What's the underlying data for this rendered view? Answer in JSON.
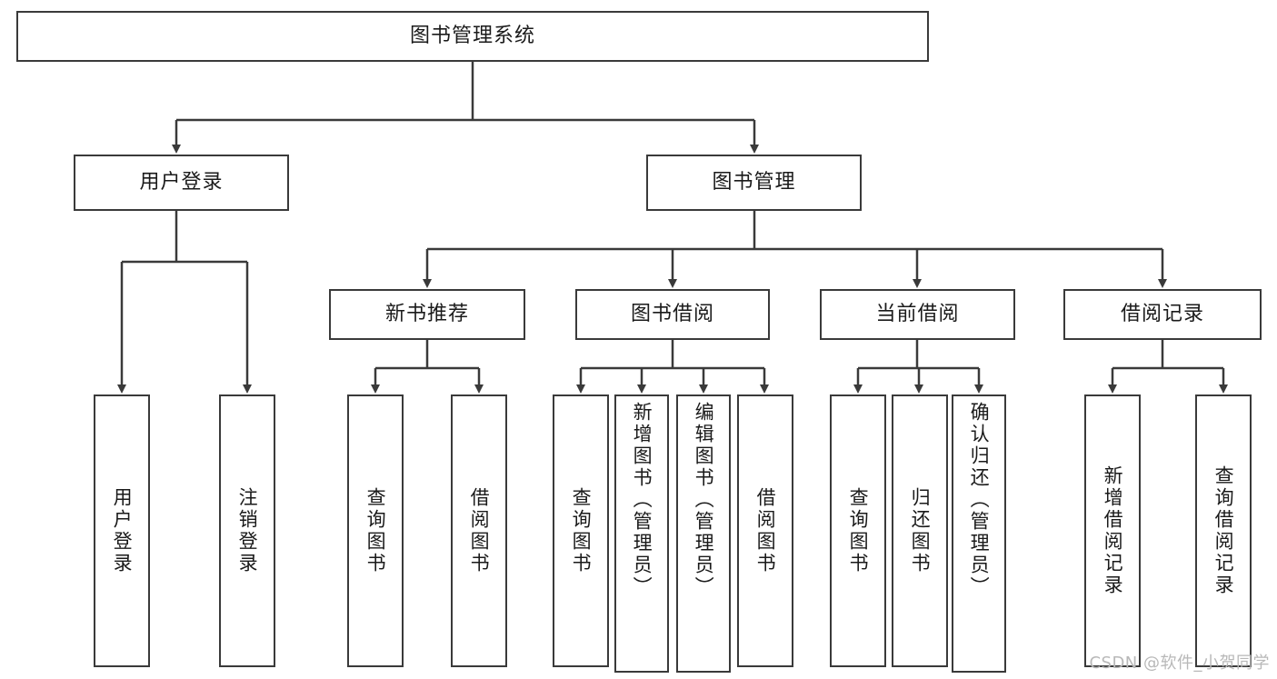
{
  "diagram": {
    "title_node": {
      "label": "图书管理系统"
    },
    "level2": [
      {
        "id": "user-login",
        "label": "用户登录"
      },
      {
        "id": "book-management",
        "label": "图书管理"
      }
    ],
    "level3": [
      {
        "id": "new-book-recommend",
        "label": "新书推荐"
      },
      {
        "id": "book-borrow",
        "label": "图书借阅"
      },
      {
        "id": "current-borrow",
        "label": "当前借阅"
      },
      {
        "id": "borrow-record",
        "label": "借阅记录"
      }
    ],
    "leaves": {
      "user_login": [
        {
          "id": "leaf-user-login",
          "label": "用户登录"
        },
        {
          "id": "leaf-logout-login",
          "label": "注销登录"
        }
      ],
      "new_book_recommend": [
        {
          "id": "leaf-query-book-1",
          "label": "查询图书"
        },
        {
          "id": "leaf-borrow-book-1",
          "label": "借阅图书"
        }
      ],
      "book_borrow": [
        {
          "id": "leaf-query-book-2",
          "label": "查询图书"
        },
        {
          "id": "leaf-add-book",
          "label": "新增图书（管理员）"
        },
        {
          "id": "leaf-edit-book",
          "label": "编辑图书（管理员）"
        },
        {
          "id": "leaf-borrow-book-2",
          "label": "借阅图书"
        }
      ],
      "current_borrow": [
        {
          "id": "leaf-query-book-3",
          "label": "查询图书"
        },
        {
          "id": "leaf-return-book",
          "label": "归还图书"
        },
        {
          "id": "leaf-confirm-return",
          "label": "确认归还（管理员）"
        }
      ],
      "borrow_record": [
        {
          "id": "leaf-add-record",
          "label": "新增借阅记录"
        },
        {
          "id": "leaf-query-record",
          "label": "查询借阅记录"
        }
      ]
    }
  },
  "watermark": {
    "text": "CSDN @软件_小贺同学"
  },
  "colors": {
    "stroke": "#3a3a3a",
    "fill": "#ffffff",
    "text": "#1a1a1a",
    "watermark": "#b8b8b8"
  }
}
